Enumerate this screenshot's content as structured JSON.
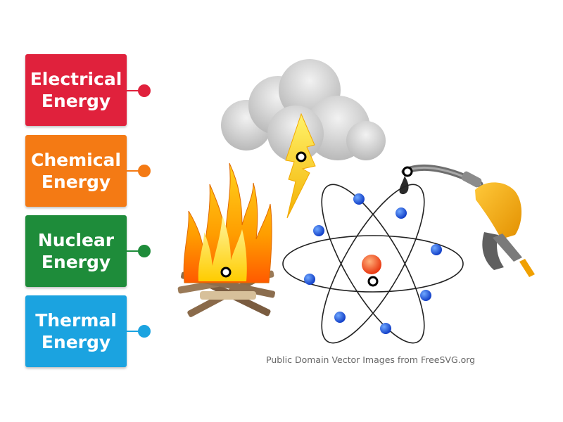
{
  "labels": [
    {
      "line1": "Electrical",
      "line2": "Energy",
      "color": "#e0213c"
    },
    {
      "line1": "Chemical",
      "line2": "Energy",
      "color": "#f47a14"
    },
    {
      "line1": "Nuclear",
      "line2": "Energy",
      "color": "#1e8c3a"
    },
    {
      "line1": "Thermal",
      "line2": "Energy",
      "color": "#1ba3e0"
    }
  ],
  "credit": "Public Domain Vector Images from FreeSVG.org"
}
